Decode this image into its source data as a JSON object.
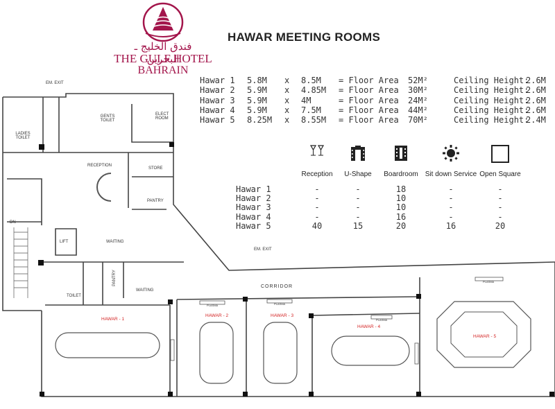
{
  "header": {
    "logo_arabic": "فندق الخليج ـ البحرين",
    "logo_line1": "THE GULF HOTEL",
    "logo_line2": "BAHRAIN",
    "title": "HAWAR MEETING ROOMS"
  },
  "specs": [
    {
      "room": "Hawar 1",
      "width": "5.8M",
      "x": "x",
      "length": "8.5M",
      "area_label": "= Floor Area",
      "area": "52M²",
      "ceiling_label": "Ceiling Height:",
      "ceiling": "2.6M"
    },
    {
      "room": "Hawar 2",
      "width": "5.9M",
      "x": "x",
      "length": "4.85M",
      "area_label": "= Floor Area",
      "area": "30M²",
      "ceiling_label": "Ceiling Height:",
      "ceiling": "2.6M"
    },
    {
      "room": "Hawar 3",
      "width": "5.9M",
      "x": "x",
      "length": "4M",
      "area_label": "= Floor Area",
      "area": "24M²",
      "ceiling_label": "Ceiling Height:",
      "ceiling": "2.6M"
    },
    {
      "room": "Hawar 4",
      "width": "5.9M",
      "x": "x",
      "length": "7.5M",
      "area_label": "= Floor Area",
      "area": "44M²",
      "ceiling_label": "Ceiling Height:",
      "ceiling": "2.6M"
    },
    {
      "room": "Hawar 5",
      "width": "8.25M",
      "x": "x",
      "length": "8.55M",
      "area_label": "= Floor Area",
      "area": "70M²",
      "ceiling_label": "Ceiling Height:",
      "ceiling": "2.4M"
    }
  ],
  "capacity": {
    "setups": [
      {
        "label": "Reception",
        "icon": "reception-icon"
      },
      {
        "label": "U-Shape",
        "icon": "u-shape-icon"
      },
      {
        "label": "Boardroom",
        "icon": "boardroom-icon"
      },
      {
        "label": "Sit down Service",
        "icon": "sit-down-service-icon"
      },
      {
        "label": "Open Square",
        "icon": "open-square-icon"
      }
    ],
    "rows": [
      {
        "room": "Hawar 1",
        "values": [
          "-",
          "-",
          "18",
          "-",
          "-"
        ]
      },
      {
        "room": "Hawar 2",
        "values": [
          "-",
          "-",
          "10",
          "-",
          "-"
        ]
      },
      {
        "room": "Hawar 3",
        "values": [
          "-",
          "-",
          "10",
          "-",
          "-"
        ]
      },
      {
        "room": "Hawar 4",
        "values": [
          "-",
          "-",
          "16",
          "-",
          "-"
        ]
      },
      {
        "room": "Hawar 5",
        "values": [
          "40",
          "15",
          "20",
          "16",
          "20"
        ]
      }
    ]
  },
  "plan": {
    "em_exit_top": "EM. EXIT",
    "em_exit_corridor": "EM. EXIT",
    "gents_toilet": "GENTS\nTOILET",
    "ladies_toilet": "LADIES\nTOILET",
    "elect_room": "ELECT\nROOM",
    "reception": "RECEPTION",
    "store": "STORE",
    "pantry_top": "PANTRY",
    "lift": "LIFT",
    "waiting_1": "WAITING",
    "waiting_2": "WAITING",
    "pantry_mid": "PANTRY",
    "toilet": "TOILET",
    "corridor": "CORRIDOR",
    "dn": "DN",
    "plasma": "PLASMA",
    "rooms": [
      "HAWAR - 1",
      "HAWAR - 2",
      "HAWAR - 3",
      "HAWAR - 4",
      "HAWAR - 5"
    ]
  },
  "colors": {
    "brand": "#a3154b",
    "room_label": "#d32222"
  }
}
